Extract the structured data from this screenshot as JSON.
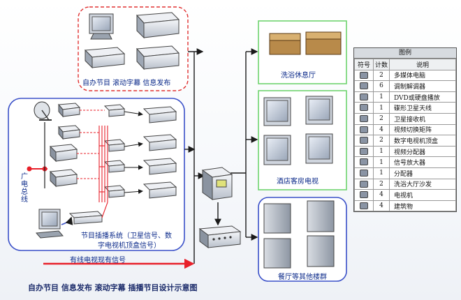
{
  "labels": {
    "top_group": "自办节目 滚动字幕 信息发布",
    "left_group_line1": "节目插播系统（卫星信号、数",
    "left_group_line2": "字电视机顶盒信号）",
    "cable_signal": "有线电视现有信号",
    "bus_label": "广电总线",
    "bath": "洗浴休息厅",
    "hotel": "酒店客房电视",
    "restaurant": "餐厅等其他楼群",
    "main_title": "自办节目 信息发布 滚动字幕 插播节目设计示意图"
  },
  "legend": {
    "title": "图例",
    "headers": [
      "符号",
      "计数",
      "说明"
    ],
    "rows": [
      {
        "icon": "multimedia-pc-icon",
        "count": "2",
        "desc": "多媒体电脑"
      },
      {
        "icon": "modulator-icon",
        "count": "6",
        "desc": "调制解调器"
      },
      {
        "icon": "dvd-player-icon",
        "count": "1",
        "desc": "DVD或硬盘播放"
      },
      {
        "icon": "dish-antenna-icon",
        "count": "1",
        "desc": "碟形卫星天线"
      },
      {
        "icon": "satellite-receiver-icon",
        "count": "2",
        "desc": "卫星接收机"
      },
      {
        "icon": "video-matrix-icon",
        "count": "4",
        "desc": "视频切换矩阵"
      },
      {
        "icon": "set-top-box-icon",
        "count": "2",
        "desc": "数字电视机顶盒"
      },
      {
        "icon": "video-splitter-icon",
        "count": "1",
        "desc": "视频分配器"
      },
      {
        "icon": "signal-amplifier-icon",
        "count": "1",
        "desc": "信号放大器"
      },
      {
        "icon": "distributor-icon",
        "count": "1",
        "desc": "分配器"
      },
      {
        "icon": "sofa-icon",
        "count": "2",
        "desc": "洗浴大厅沙发"
      },
      {
        "icon": "tv-icon",
        "count": "4",
        "desc": "电视机"
      },
      {
        "icon": "building-icon",
        "count": "4",
        "desc": "建筑物"
      }
    ]
  },
  "colors": {
    "blue_group": "#3a50c8",
    "red_dashed": "#e03030",
    "green_group": "#6fd46f",
    "bus_red": "#e8202a",
    "line_dark": "#1a1a1a",
    "label_blue": "#0b2a8a"
  }
}
